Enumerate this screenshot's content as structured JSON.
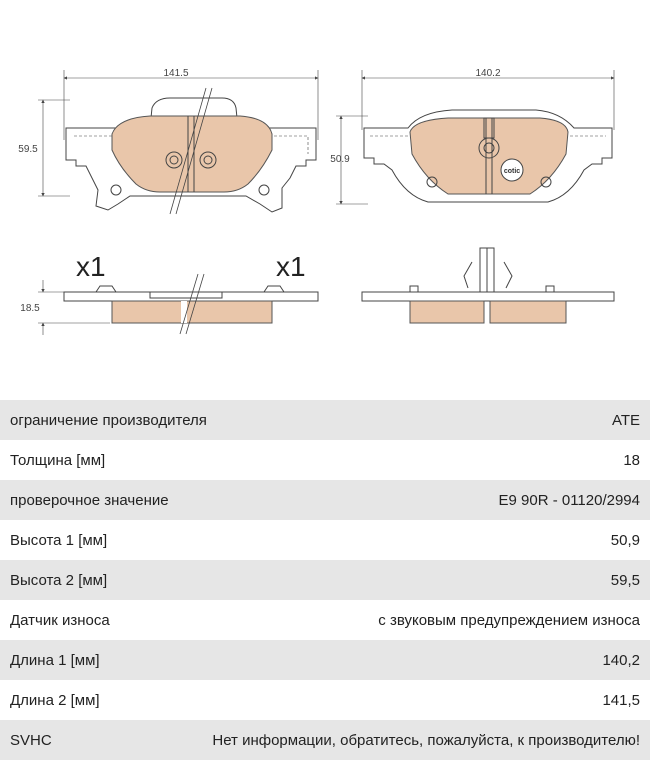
{
  "drawing": {
    "dimensions": {
      "left_width": "141.5",
      "right_width": "140.2",
      "left_height": "59.5",
      "right_height": "50.9",
      "thickness": "18.5"
    },
    "quantity_left": "x1",
    "quantity_right": "x1",
    "logo": "cotic",
    "colors": {
      "friction": "#e9c6aa",
      "outline": "#444444",
      "table_stripe": "#e6e6e6"
    }
  },
  "specs": [
    {
      "label": "ограничение производителя",
      "value": "ATE"
    },
    {
      "label": "Толщина [мм]",
      "value": "18"
    },
    {
      "label": "проверочное значение",
      "value": "E9 90R - 01120/2994"
    },
    {
      "label": "Высота 1 [мм]",
      "value": "50,9"
    },
    {
      "label": "Высота 2 [мм]",
      "value": "59,5"
    },
    {
      "label": "Датчик износа",
      "value": "с звуковым предупреждением износа"
    },
    {
      "label": "Длина 1 [мм]",
      "value": "140,2"
    },
    {
      "label": "Длина 2 [мм]",
      "value": "141,5"
    },
    {
      "label": "SVHC",
      "value": "Нет информации, обратитесь, пожалуйста, к производителю!"
    }
  ]
}
